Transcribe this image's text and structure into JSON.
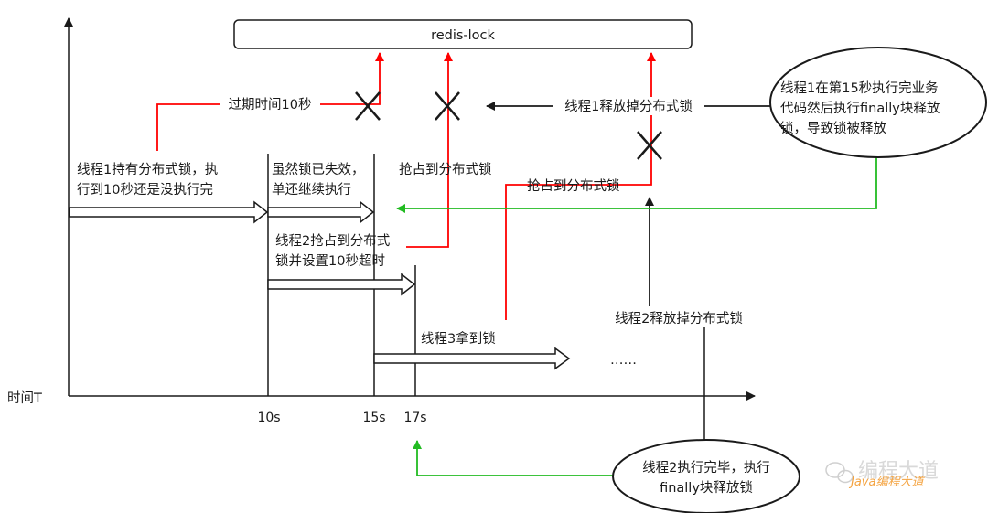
{
  "redis_box": "redis-lock",
  "axis": {
    "label": "时间T",
    "ticks": [
      "10s",
      "15s",
      "17s"
    ]
  },
  "labels": {
    "expire": "过期时间10秒",
    "thread1_holding_line1": "线程1持有分布式锁，执",
    "thread1_holding_line2": "行到10秒还是没执行完",
    "lock_expired_line1": "虽然锁已失效，",
    "lock_expired_line2": "单还继续执行",
    "grab_lock_1": "抢占到分布式锁",
    "thread2_grab_line1": "线程2抢占到分布式",
    "thread2_grab_line2": "锁并设置10秒超时",
    "thread1_release": "线程1释放掉分布式锁",
    "grab_lock_2": "抢占到分布式锁",
    "thread3_get": "线程3拿到锁",
    "ellipsis": "……",
    "thread2_release": "线程2释放掉分布式锁"
  },
  "ellipse_top": {
    "line1": "线程1在第15秒执行完业务",
    "line2": "代码然后执行finally块释放",
    "line3": "锁，导致锁被释放"
  },
  "ellipse_bottom": {
    "line1": "线程2执行完毕，执行",
    "line2": "finally块释放锁"
  },
  "watermark": {
    "text": "编程大道",
    "sub": "Java编程大道"
  },
  "colors": {
    "red": "#ff0000",
    "green": "#22bb22",
    "dark": "#1a1a1a"
  }
}
